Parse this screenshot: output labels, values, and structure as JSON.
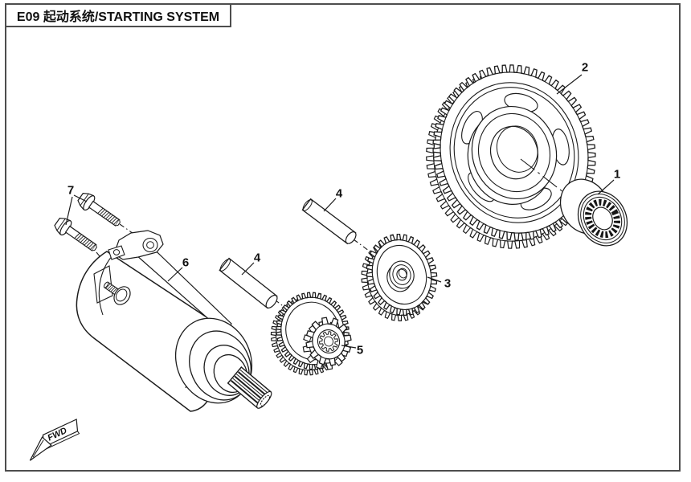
{
  "page": {
    "title": "E09 起动系统/STARTING SYSTEM",
    "fwd_label": "FWD"
  },
  "callouts": [
    {
      "num": "1"
    },
    {
      "num": "2"
    },
    {
      "num": "3"
    },
    {
      "num": "4"
    },
    {
      "num": "4"
    },
    {
      "num": "5"
    },
    {
      "num": "6"
    },
    {
      "num": "7"
    }
  ],
  "colors": {
    "line": "#1c1c1c",
    "frame": "#4d4d4d",
    "background": "#ffffff"
  }
}
